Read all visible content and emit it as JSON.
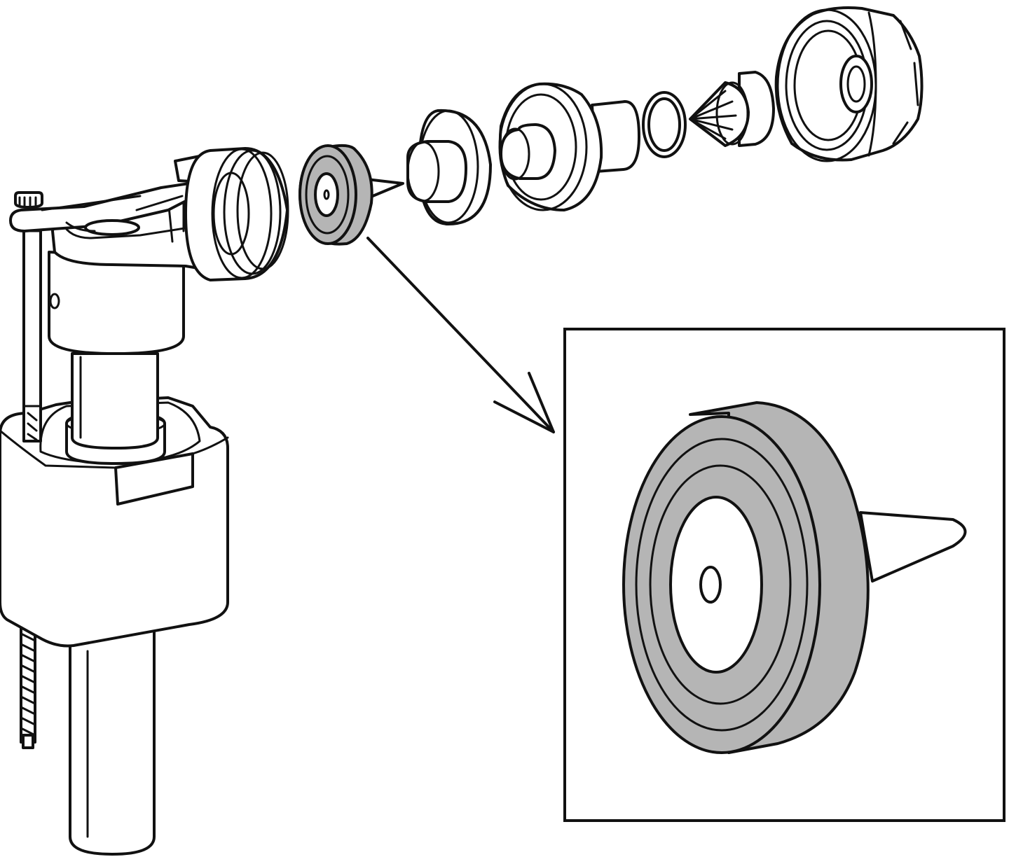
{
  "diagram": {
    "kind": "exploded-parts-illustration",
    "highlighted_part": "valve-seal-washer",
    "colors": {
      "line": "#111111",
      "background": "#ffffff",
      "highlight_fill": "#b5b5b5"
    },
    "icons": [
      "fill-valve-body",
      "threaded-outlet",
      "seal-washer",
      "spacer-cup",
      "valve-insert",
      "o-ring",
      "filter-cone",
      "coupling-nut",
      "detail-callout-box",
      "pointer-arrow"
    ]
  }
}
